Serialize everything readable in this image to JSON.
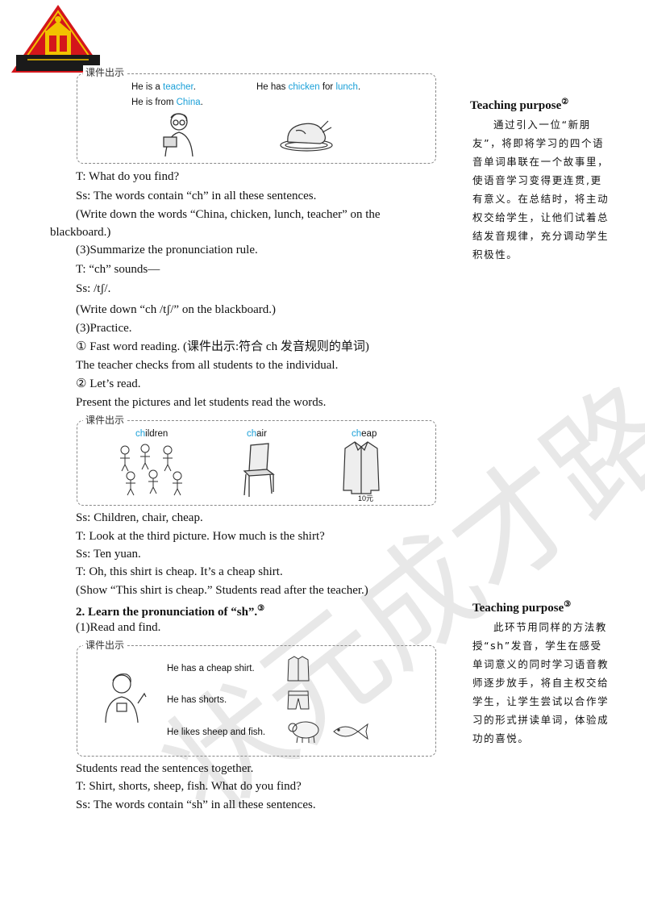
{
  "watermark": "状元成才路",
  "box1": {
    "label": "课件出示",
    "s1_pre": "He is a ",
    "s1_word": "teacher",
    "s1_post": ".",
    "s2_pre": "He has ",
    "s2_word1": "chicken",
    "s2_mid": " for ",
    "s2_word2": "lunch",
    "s2_post": ".",
    "s3_pre": "He is from ",
    "s3_word": "China",
    "s3_post": "."
  },
  "lines_a": [
    "T: What  do  you  find?",
    "Ss:  The  words  contain  “ch”   in  all  these  sentences.",
    "(Write  down  the  words  “China,  chicken,  lunch,  teacher”  on  the",
    "blackboard.)",
    "(3)Summarize  the  pronunciation  rule.",
    "T:   “ch” sounds—",
    "Ss:  /tʃ/.",
    "(Write  down “ch  /tʃ/” on  the  blackboard.)",
    "(3)Practice.",
    "①  Fast  word  reading.  (课件出示:符合 ch 发音规则的单词)",
    "The teacher checks from all students to the individual.",
    "②  Let’s  read.",
    "Present  the  pictures  and  let  students  read  the  words."
  ],
  "box2": {
    "label": "课件出示",
    "w1_hl": "ch",
    "w1_rest": "ildren",
    "w2_hl": "ch",
    "w2_rest": "air",
    "w3_hl": "ch",
    "w3_rest": "eap",
    "price": "10元"
  },
  "lines_b": [
    "Ss:  Children,  chair,  cheap.",
    "T:  Look  at  the  third  picture.  How  much  is  the  shirt?",
    "Ss:  Ten  yuan.",
    "T:  Oh,  this  shirt  is  cheap.  It’s  a  cheap  shirt.",
    "(Show “This shirt is cheap.” Students read after the teacher.)"
  ],
  "heading2": "2.  Learn the pronunciation of “sh”.",
  "heading2_note": "③",
  "line_readfind": "(1)Read and find.",
  "box3": {
    "label": "课件出示",
    "s1": "He has a cheap shirt.",
    "s2": "He has shorts.",
    "s3": "He likes sheep and fish."
  },
  "lines_c": [
    "Students read the sentences together.",
    "T:  Shirt,  shorts,  sheep,  fish.  What  do  you  find?",
    "Ss: The words contain “sh” in all these sentences."
  ],
  "side1": {
    "title": "Teaching purpose",
    "note": "②",
    "text": "通过引入一位“新朋友”，将即将学习的四个语音单词串联在一个故事里，使语音学习变得更连贯,更有意义。在总结时，将主动权交给学生，让他们试着总结发音规律，充分调动学生积极性。"
  },
  "side2": {
    "title": "Teaching purpose",
    "note": "③",
    "text": "此环节用同样的方法教授“sh”发音，学生在感受单词意义的同时学习语音教师逐步放手，将自主权交给学生，让学生尝试以合作学习的形式拼读单词，体验成功的喜悦。"
  },
  "colors": {
    "highlight": "#1aa0d8",
    "logo_red": "#d4161b",
    "logo_gold": "#f2c200"
  }
}
